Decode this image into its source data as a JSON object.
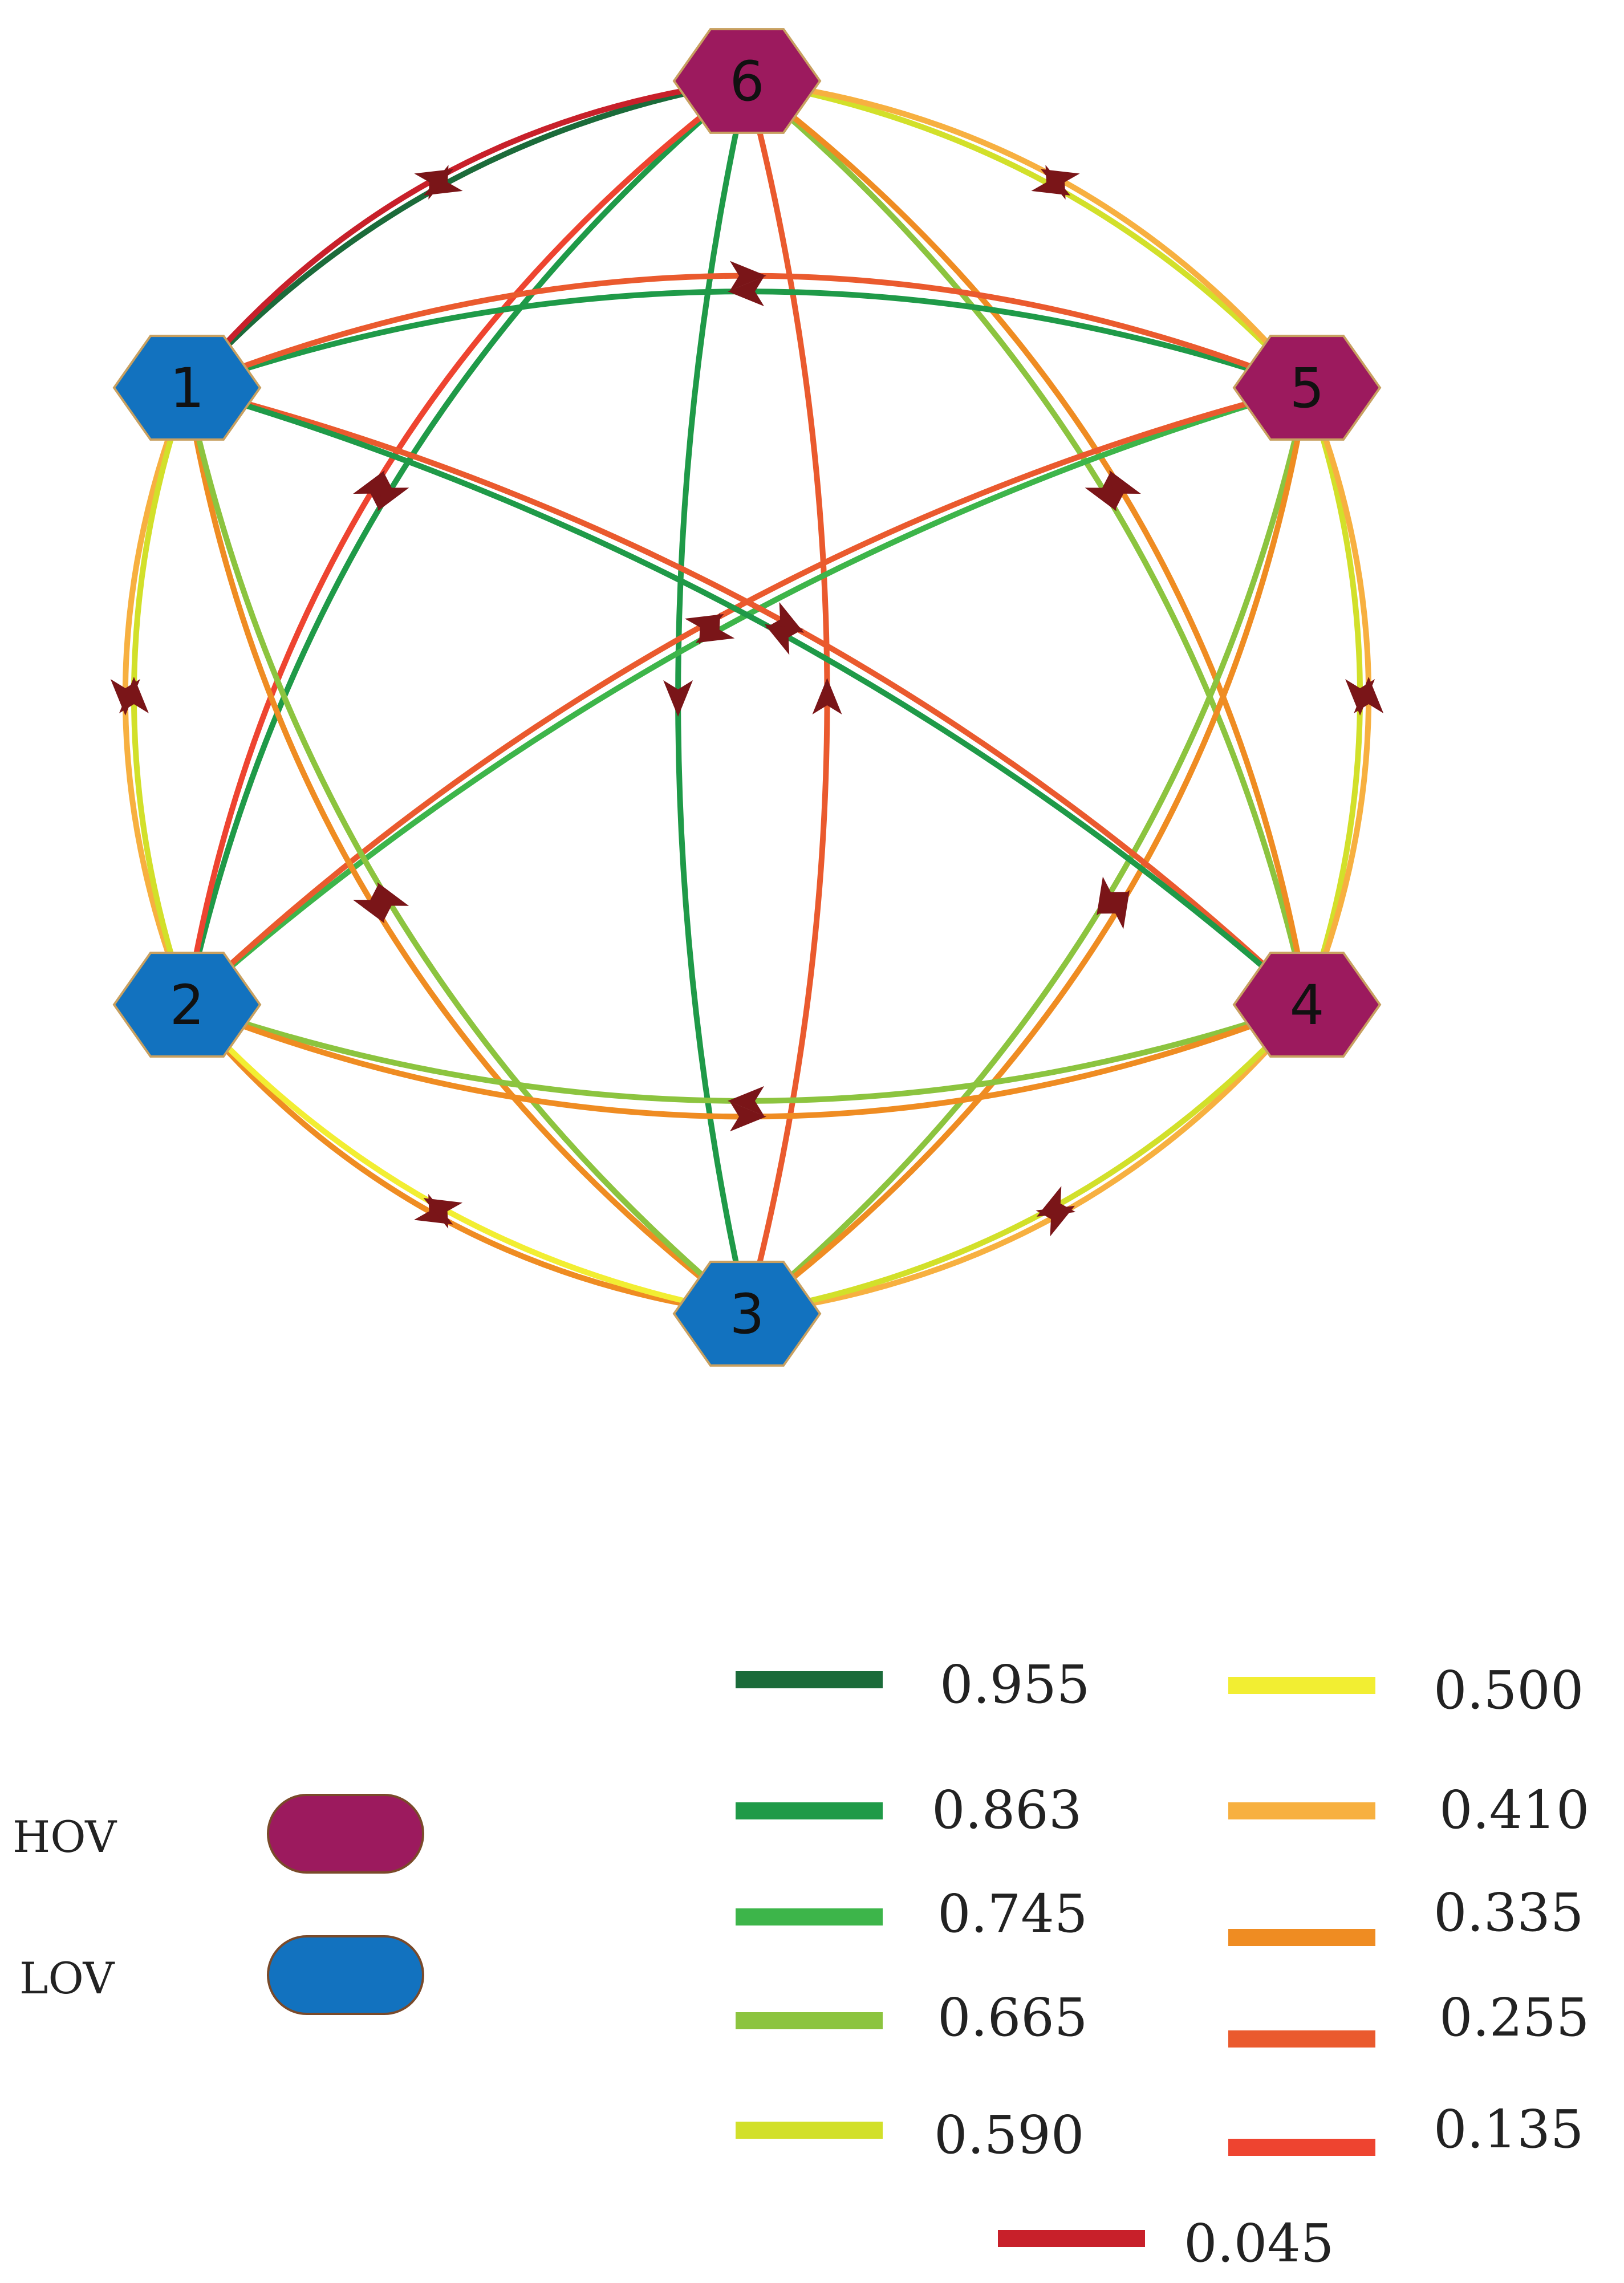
{
  "nodes": [
    {
      "id": "1",
      "label": "1",
      "kind": "LOV"
    },
    {
      "id": "2",
      "label": "2",
      "kind": "LOV"
    },
    {
      "id": "3",
      "label": "3",
      "kind": "LOV"
    },
    {
      "id": "4",
      "label": "4",
      "kind": "HOV"
    },
    {
      "id": "5",
      "label": "5",
      "kind": "HOV"
    },
    {
      "id": "6",
      "label": "6",
      "kind": "HOV"
    }
  ],
  "node_types": [
    {
      "label": "HOV",
      "color": "#9c1a5e"
    },
    {
      "label": "LOV",
      "color": "#1272bf"
    }
  ],
  "weights": [
    {
      "value": "0.955",
      "color": "#1b6b3a"
    },
    {
      "value": "0.863",
      "color": "#1f9a48"
    },
    {
      "value": "0.745",
      "color": "#3db54a"
    },
    {
      "value": "0.665",
      "color": "#8cc43f"
    },
    {
      "value": "0.590",
      "color": "#d2e02a"
    },
    {
      "value": "0.500",
      "color": "#f2ee32"
    },
    {
      "value": "0.410",
      "color": "#f7b040"
    },
    {
      "value": "0.335",
      "color": "#ef8c22"
    },
    {
      "value": "0.255",
      "color": "#ea5a2e"
    },
    {
      "value": "0.135",
      "color": "#ee4430"
    },
    {
      "value": "0.045",
      "color": "#c8202a"
    }
  ],
  "edges": [
    {
      "from": "6",
      "to": "1",
      "weight": "0.955"
    },
    {
      "from": "1",
      "to": "6",
      "weight": "0.045"
    },
    {
      "from": "6",
      "to": "2",
      "weight": "0.863"
    },
    {
      "from": "2",
      "to": "6",
      "weight": "0.135"
    },
    {
      "from": "6",
      "to": "3",
      "weight": "0.863"
    },
    {
      "from": "3",
      "to": "6",
      "weight": "0.255"
    },
    {
      "from": "6",
      "to": "4",
      "weight": "0.665"
    },
    {
      "from": "4",
      "to": "6",
      "weight": "0.335"
    },
    {
      "from": "6",
      "to": "5",
      "weight": "0.590"
    },
    {
      "from": "5",
      "to": "6",
      "weight": "0.410"
    },
    {
      "from": "5",
      "to": "1",
      "weight": "0.863"
    },
    {
      "from": "1",
      "to": "5",
      "weight": "0.255"
    },
    {
      "from": "5",
      "to": "2",
      "weight": "0.745"
    },
    {
      "from": "2",
      "to": "5",
      "weight": "0.255"
    },
    {
      "from": "5",
      "to": "3",
      "weight": "0.665"
    },
    {
      "from": "3",
      "to": "5",
      "weight": "0.335"
    },
    {
      "from": "5",
      "to": "4",
      "weight": "0.590"
    },
    {
      "from": "4",
      "to": "5",
      "weight": "0.410"
    },
    {
      "from": "1",
      "to": "2",
      "weight": "0.410"
    },
    {
      "from": "2",
      "to": "1",
      "weight": "0.590"
    },
    {
      "from": "1",
      "to": "3",
      "weight": "0.335"
    },
    {
      "from": "3",
      "to": "1",
      "weight": "0.665"
    },
    {
      "from": "1",
      "to": "4",
      "weight": "0.255"
    },
    {
      "from": "4",
      "to": "1",
      "weight": "0.863"
    },
    {
      "from": "4",
      "to": "2",
      "weight": "0.665"
    },
    {
      "from": "2",
      "to": "4",
      "weight": "0.335"
    },
    {
      "from": "2",
      "to": "3",
      "weight": "0.335"
    },
    {
      "from": "3",
      "to": "2",
      "weight": "0.500"
    },
    {
      "from": "3",
      "to": "4",
      "weight": "0.410"
    },
    {
      "from": "4",
      "to": "3",
      "weight": "0.590"
    }
  ]
}
